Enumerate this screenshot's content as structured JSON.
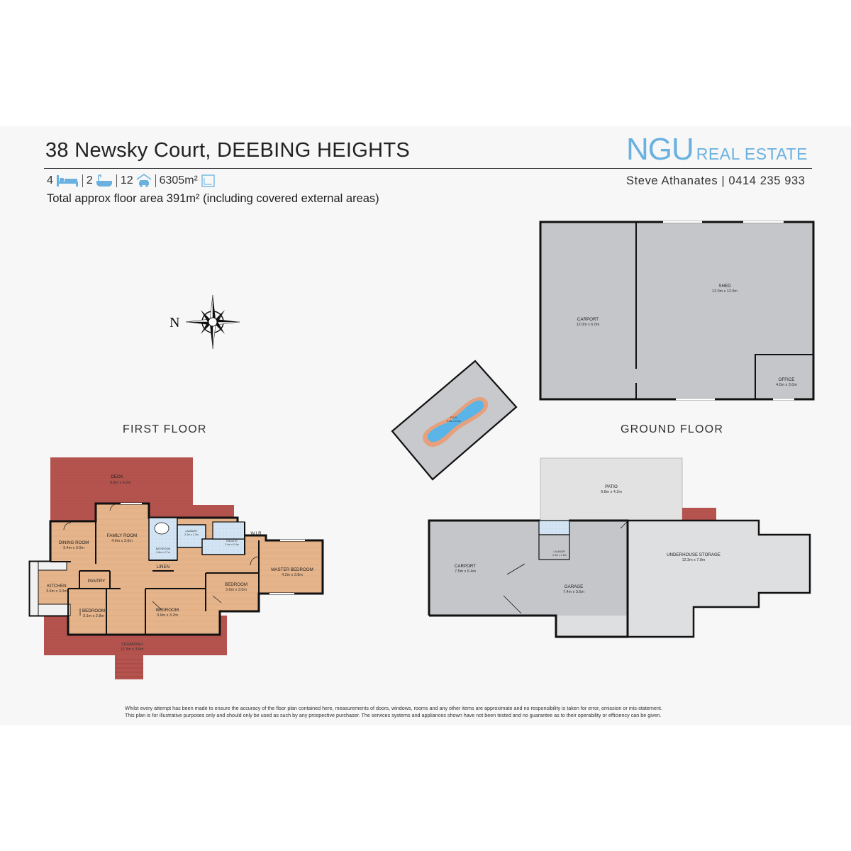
{
  "header": {
    "address": "38 Newsky Court, DEEBING HEIGHTS",
    "bedrooms": "4",
    "bathrooms": "2",
    "car_spaces": "12",
    "land_size": "6305m²",
    "floor_area_note": "Total approx floor area 391m² (including covered external areas)"
  },
  "brand": {
    "name": "NGU",
    "suffix": "REAL ESTATE"
  },
  "agent": {
    "line": "Steve Athanates | 0414 235 933"
  },
  "icons": [
    "bed-icon",
    "bath-icon",
    "car-icon",
    "land-icon",
    "compass-icon"
  ],
  "compass": {
    "letter": "N"
  },
  "floors": {
    "first": "FIRST FLOOR",
    "ground": "GROUND FLOOR"
  },
  "first_floor": {
    "deck": {
      "name": "DECK",
      "dims": "9.8m x 4.2m"
    },
    "dining": {
      "name": "DINING ROOM",
      "dims": "3.4m x 3.0m"
    },
    "family": {
      "name": "FAMILY ROOM",
      "dims": "4.6m x 3.6m"
    },
    "kitchen": {
      "name": "KITCHEN",
      "dims": "3.6m x 3.0m"
    },
    "pantry": {
      "name": "PANTRY"
    },
    "laundry_small": {
      "name": "LAUNDRY",
      "dims": "2.2m x 1.3m"
    },
    "bathroom": {
      "name": "BATHROOM",
      "dims": "2.8m x 2.7m"
    },
    "ensuite": {
      "name": "ENSUITE",
      "dims": "2.4m x 2.4m"
    },
    "wir": {
      "name": "W.I.R"
    },
    "linen": {
      "name": "LINEN"
    },
    "master": {
      "name": "MASTER BEDROOM",
      "dims": "4.2m x 3.8m"
    },
    "bed_a": {
      "name": "BEDROOM",
      "dims": "3.6m x 3.0m"
    },
    "bed_b": {
      "name": "BEDROOM",
      "dims": "3.6m x 3.2m"
    },
    "bed_c": {
      "name": "BEDROOM",
      "dims": "3.1m x 2.8m"
    },
    "verandah": {
      "name": "VERANDAH",
      "dims": "12.3m x 3.6m"
    }
  },
  "outbuildings": {
    "shed": {
      "name": "SHED",
      "dims": "12.0m x 12.0m"
    },
    "carport": {
      "name": "CARPORT",
      "dims": "12.0m x 6.0m"
    },
    "office": {
      "name": "OFFICE",
      "dims": "4.0m x 3.0m"
    },
    "pool": {
      "name": "POOL",
      "dims": "6.8m x 2.0m"
    }
  },
  "ground_floor": {
    "patio": {
      "name": "PATIO",
      "dims": "9.8m x 4.2m"
    },
    "carport": {
      "name": "CARPORT",
      "dims": "7.5m x 6.4m"
    },
    "garage": {
      "name": "GARAGE",
      "dims": "7.4m x 3.6m"
    },
    "laundry": {
      "name": "LAUNDRY",
      "dims": "2.0m x 1.8m"
    },
    "storage": {
      "name": "UNDERHOUSE STORAGE",
      "dims": "12.3m x 7.8m"
    }
  },
  "disclaimer": {
    "line1": "Whilst every attempt has been made to ensure the accuracy of the floor plan contained here, measurements of doors, windows, rooms and any other items are approximate and no responsibility is taken for error, omission or mis-statement.",
    "line2": "This plan is for illustrative purposes only and should only be used as such by any prospective purchaser. The services systems and appliances shown have not been tested and no guarantee as to their operability or efficiency can be given."
  },
  "colors": {
    "accent": "#6ab1e0",
    "deck": "#b5534e",
    "floor_wood": "#e6b48a",
    "tile": "#cfe2f2",
    "concrete": "#c5c6c9",
    "pool": "#5ab4e8",
    "pool_edge": "#e7a07c"
  }
}
